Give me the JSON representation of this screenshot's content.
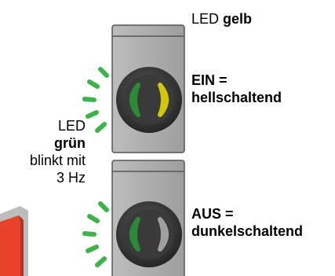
{
  "top_label": {
    "prefix": "LED",
    "color_word": "gelb"
  },
  "state_on": {
    "line1": "EIN =",
    "line2": "hellschaltend"
  },
  "side_label": {
    "line1": "LED",
    "line2": "grün",
    "line3": "blinkt mit",
    "line4": "3 Hz"
  },
  "state_off": {
    "line1": "AUS =",
    "line2": "dunkelschaltend"
  },
  "icons": [
    "led-window-top",
    "led-window-bottom",
    "blink-rays-icon",
    "sensor-housing"
  ],
  "colors": {
    "green": "#3bb54a",
    "yellow": "#f2e500",
    "gray_led": "#c8c8c8",
    "housing": "#a6a6a6",
    "dark_ring": "#2f2f2f",
    "red_device": "#e8432a"
  }
}
